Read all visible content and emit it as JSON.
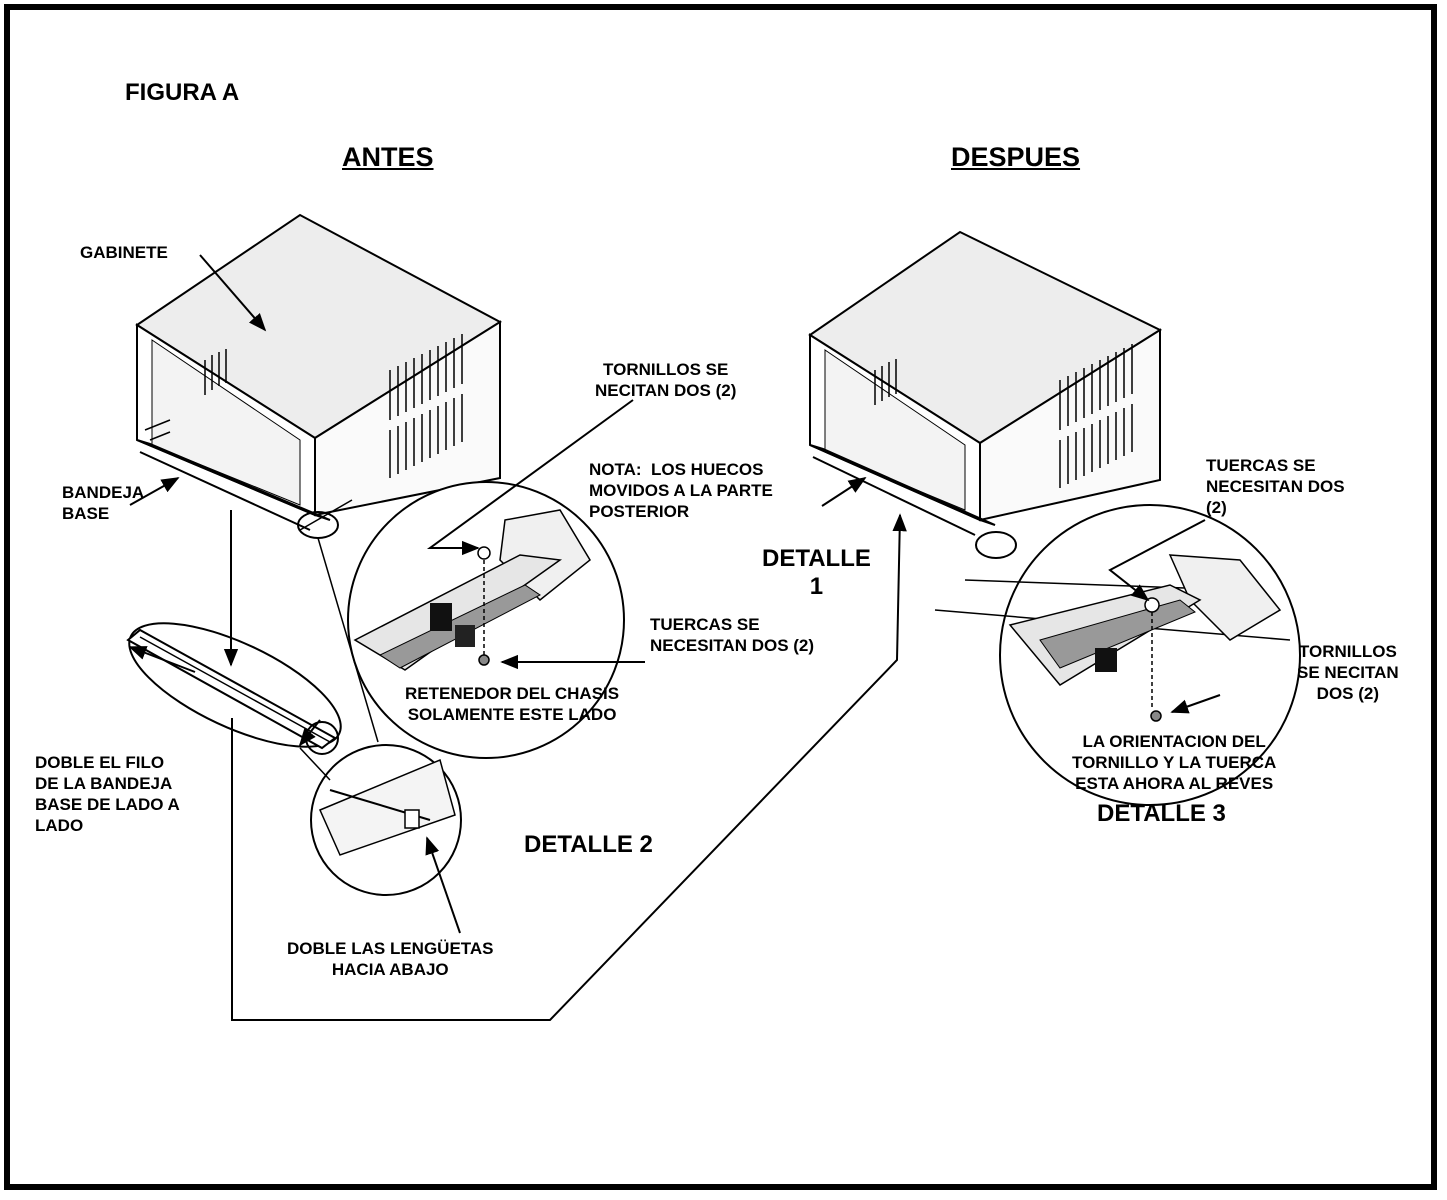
{
  "figure": {
    "title": "FIGURA A",
    "before_heading": "ANTES",
    "after_heading": "DESPUES"
  },
  "labels": {
    "gabinete": "GABINETE",
    "bandeja_base": "BANDEJA\nBASE",
    "tornillos_before": "TORNILLOS SE\nNECITAN DOS (2)",
    "tuercas_before": "TUERCAS SE\nNECESITAN DOS (2)",
    "retenedor": "RETENEDOR DEL CHASIS\nSOLAMENTE ESTE LADO",
    "doble_filo": "DOBLE EL FILO\nDE LA BANDEJA\nBASE DE LADO A\nLADO",
    "detalle_2": "DETALLE 2",
    "doble_lenguetas": "DOBLE LAS LENGÜETAS\nHACIA ABAJO",
    "nota": "NOTA:  LOS HUECOS\nMOVIDOS A LA PARTE\nPOSTERIOR",
    "detalle_1": "DETALLE\n1",
    "tuercas_after": "TUERCAS SE\nNECESITAN DOS\n(2)",
    "tornillos_after": "TORNILLOS\nSE NECITAN\nDOS (2)",
    "orientacion": "LA ORIENTACION DEL\nTORNILLO Y LA TUERCA\nESTA AHORA AL REVES",
    "detalle_3": "DETALLE 3"
  }
}
